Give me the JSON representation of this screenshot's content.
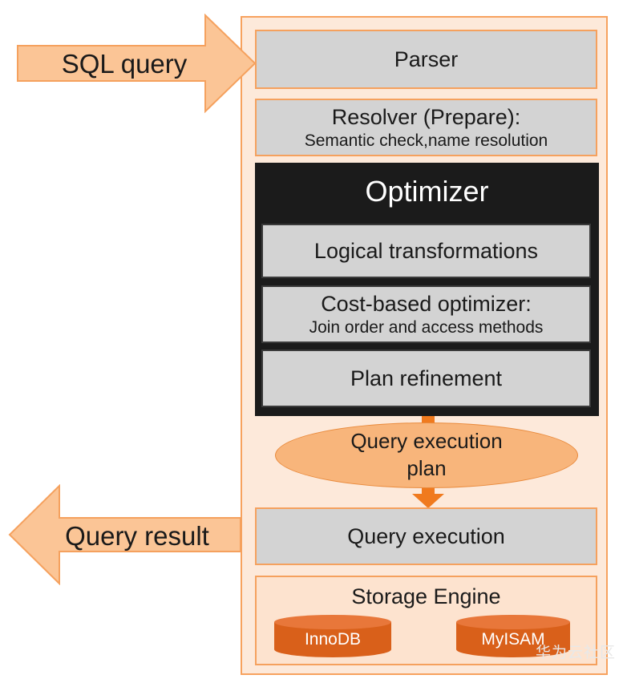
{
  "inputs": {
    "sql_query": "SQL query",
    "query_result": "Query result"
  },
  "stages": {
    "parser": "Parser",
    "resolver_title": "Resolver (Prepare):",
    "resolver_subtitle": "Semantic check,name resolution",
    "optimizer": {
      "title": "Optimizer",
      "logical": "Logical transformations",
      "cost_title": "Cost-based optimizer:",
      "cost_subtitle": "Join order and access methods",
      "refinement": "Plan refinement"
    },
    "plan_line1": "Query execution",
    "plan_line2": "plan",
    "execution": "Query execution",
    "storage": {
      "title": "Storage Engine",
      "engines": [
        "InnoDB",
        "MyISAM"
      ]
    }
  },
  "watermark": "华为云社区",
  "colors": {
    "panel_bg": "#fde9da",
    "panel_border": "#f7a25e",
    "box_gray": "#d3d3d3",
    "optimizer_bg": "#1b1b1b",
    "arrow_fill": "#fbc596",
    "flow_arrow": "#f07a1e",
    "ellipse_fill": "#f8b57b",
    "cylinder": "#d9601a"
  }
}
